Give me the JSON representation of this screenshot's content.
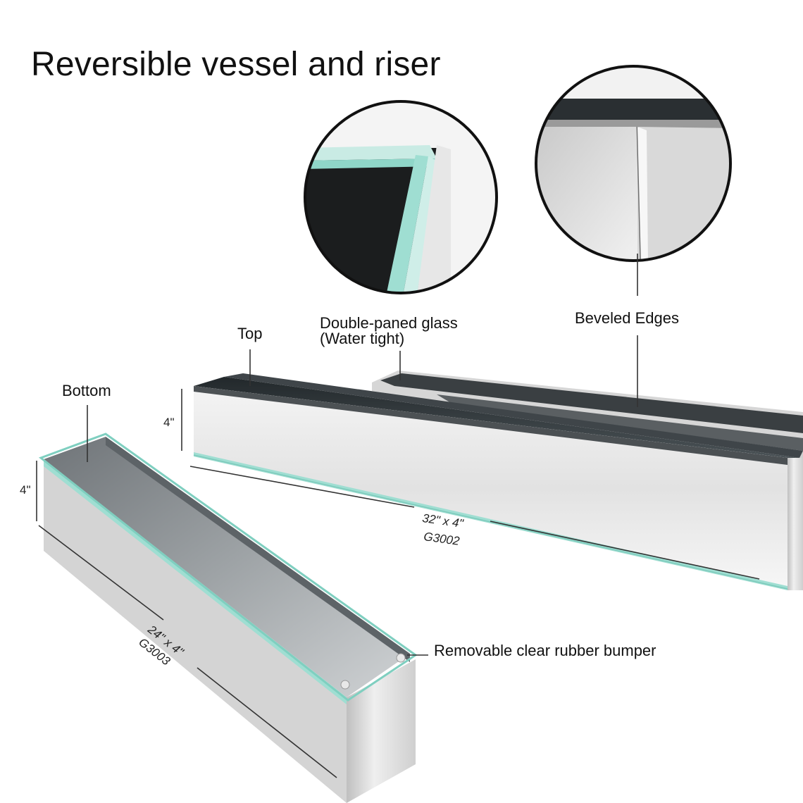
{
  "title": "Reversible vessel and riser",
  "labels": {
    "top": "Top",
    "bottom": "Bottom",
    "double_paned_line1": "Double-paned glass",
    "double_paned_line2": "(Water tight)",
    "beveled": "Beveled Edges",
    "bumper": "Removable clear rubber bumper"
  },
  "dimensions": {
    "top_height": "4\"",
    "bottom_height": "4\"",
    "top_size": "32\" x 4\"",
    "top_sku": "G3002",
    "bottom_size": "24\" x 4\"",
    "bottom_sku": "G3003"
  },
  "colors": {
    "background": "#ffffff",
    "mirror": "#dcdcdc",
    "glass_edge": "#8fd6c8",
    "interior_dark": "#2b3033",
    "leader_line": "#333333"
  }
}
